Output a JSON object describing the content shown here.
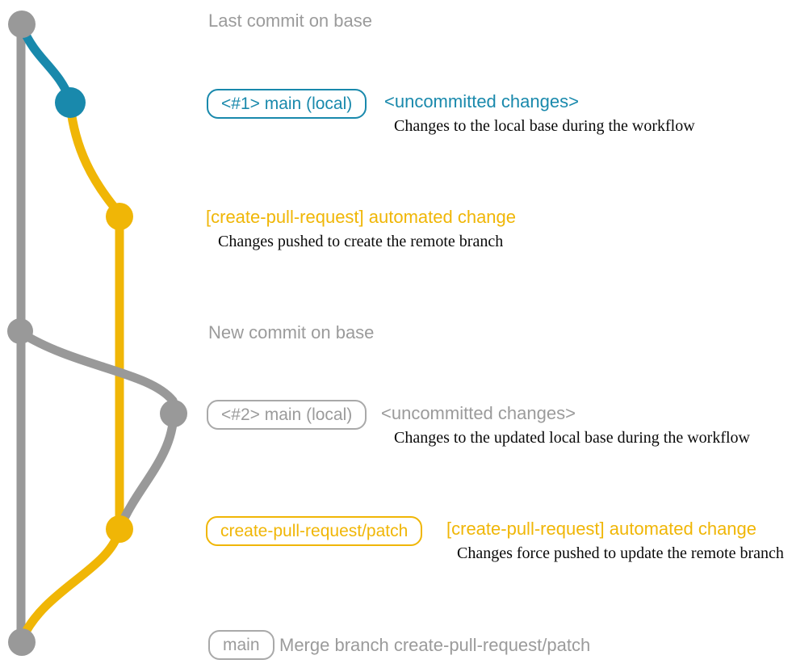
{
  "palette": {
    "gray": "#999999",
    "teal": "#1989ac",
    "yellow": "#f0b606",
    "note_black": "#0a0a0a"
  },
  "graph": {
    "commits": [
      {
        "id": "last-commit-on-base",
        "color": "gray"
      },
      {
        "id": "uncommitted-local-1",
        "color": "teal"
      },
      {
        "id": "automated-change-1",
        "color": "yellow"
      },
      {
        "id": "new-commit-on-base",
        "color": "gray"
      },
      {
        "id": "uncommitted-local-2",
        "color": "gray"
      },
      {
        "id": "automated-change-2",
        "color": "yellow"
      },
      {
        "id": "merge-commit",
        "color": "gray"
      }
    ]
  },
  "annotations": {
    "last_commit_on_base": "Last commit on base",
    "row1": {
      "branch_badge": "<#1> main (local)",
      "state": "<uncommitted changes>",
      "description": "Changes to the local base during the workflow"
    },
    "row2": {
      "title": "[create-pull-request] automated change",
      "description": "Changes pushed to create the remote branch"
    },
    "new_commit_on_base": "New commit on base",
    "row3": {
      "branch_badge": "<#2> main (local)",
      "state": "<uncommitted changes>",
      "description": "Changes to the updated local base during the workflow"
    },
    "row4": {
      "branch_badge": "create-pull-request/patch",
      "title": "[create-pull-request] automated change",
      "description": "Changes force pushed to update the remote branch"
    },
    "row5": {
      "branch_badge": "main",
      "message": "Merge branch create-pull-request/patch"
    }
  }
}
